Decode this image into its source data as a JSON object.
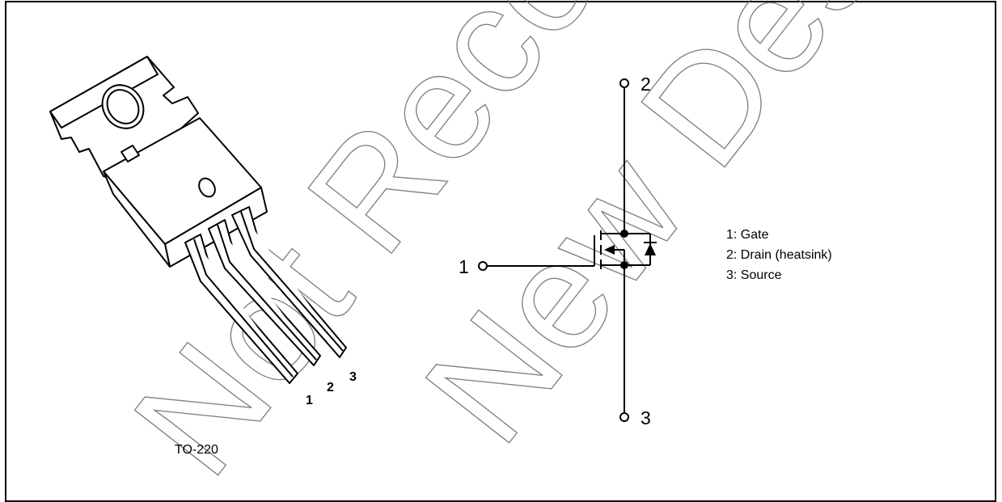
{
  "package": {
    "name": "TO-220",
    "pin_numbers": [
      "1",
      "2",
      "3"
    ]
  },
  "schematic": {
    "terminals": {
      "gate": "1",
      "drain": "2",
      "source": "3"
    }
  },
  "legend": [
    "1: Gate",
    "2: Drain (heatsink)",
    "3: Source"
  ],
  "watermark": [
    "Not Recommended for",
    "New Design"
  ],
  "colors": {
    "line": "#000000",
    "watermark": "#777777",
    "background": "#ffffff"
  }
}
